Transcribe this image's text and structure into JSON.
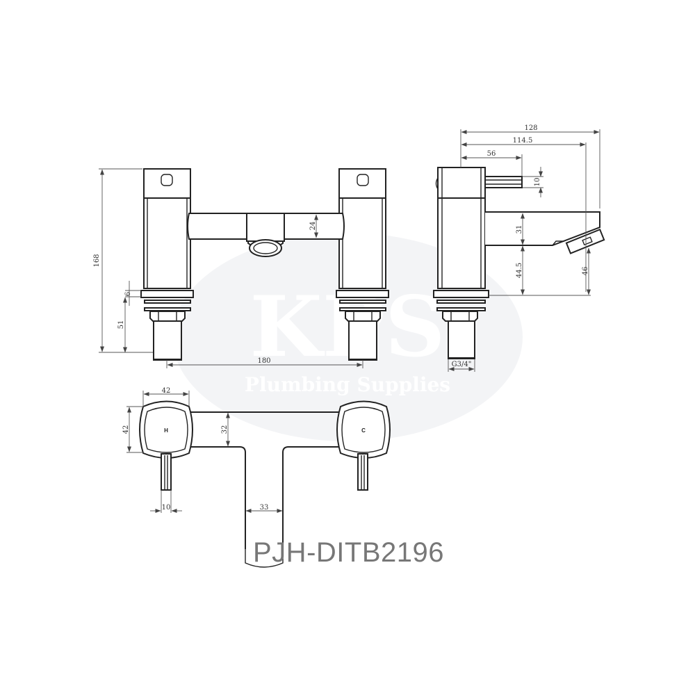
{
  "drawing": {
    "product_code": "PJH-DITB2196",
    "watermark": {
      "logo_text": "KPS",
      "tagline": "Plumbing Supplies",
      "ellipse_color": "#f3f4f6",
      "text_color": "#ffffff"
    },
    "front_view": {
      "dimensions": {
        "overall_height": "168",
        "flange_thickness": "6",
        "shank_length": "51",
        "spout_height": "24",
        "tap_centres": "180"
      }
    },
    "side_view": {
      "dimensions": {
        "overall_depth": "128",
        "spout_reach": "114.5",
        "handle_reach": "56",
        "handle_thickness": "10",
        "spout_body_height": "31",
        "spout_clearance": "44.5",
        "outlet_height": "46",
        "thread_size": "G3/4\""
      }
    },
    "plan_view": {
      "hot_label": "H",
      "cold_label": "C",
      "dimensions": {
        "head_width": "42",
        "head_depth": "42",
        "bridge_depth": "32",
        "handle_width": "10",
        "outlet_width": "33"
      }
    }
  }
}
